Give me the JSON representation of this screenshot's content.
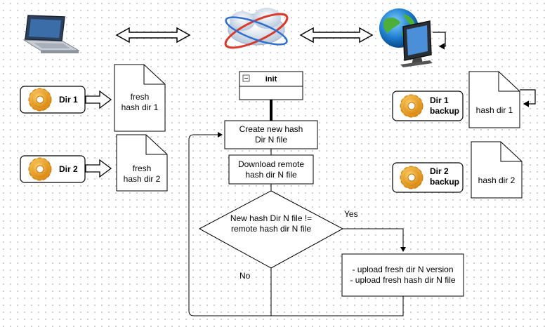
{
  "devices": {
    "laptop_icon": "laptop-icon",
    "cloud_icon": "cloud-sync-icon",
    "server_icon": "globe-monitor-icon"
  },
  "left_dirs": [
    {
      "label": "Dir 1",
      "doc_line1": "fresh",
      "doc_line2": "hash dir 1"
    },
    {
      "label": "Dir 2",
      "doc_line1": "fresh",
      "doc_line2": "hash dir 2"
    }
  ],
  "right_dirs": [
    {
      "label_line1": "Dir 1",
      "label_line2": "backup",
      "doc": "hash dir 1"
    },
    {
      "label_line1": "Dir 2",
      "label_line2": "backup",
      "doc": "hash dir 2"
    }
  ],
  "flow": {
    "init_title": "init",
    "init_collapse": "⊟",
    "step1_line1": "Create new hash",
    "step1_line2": "Dir N file",
    "step2_line1": "Download remote",
    "step2_line2": "hash dir N file",
    "decision_line1": "New hash Dir N file !=",
    "decision_line2": "remote hash dir N file",
    "yes_label": "Yes",
    "no_label": "No",
    "upload_line1": "- upload fresh dir N version",
    "upload_line2": "- upload fresh hash dir N file"
  },
  "colors": {
    "gear": "#f2a21a",
    "gear_dark": "#c97810",
    "line": "#000000"
  }
}
